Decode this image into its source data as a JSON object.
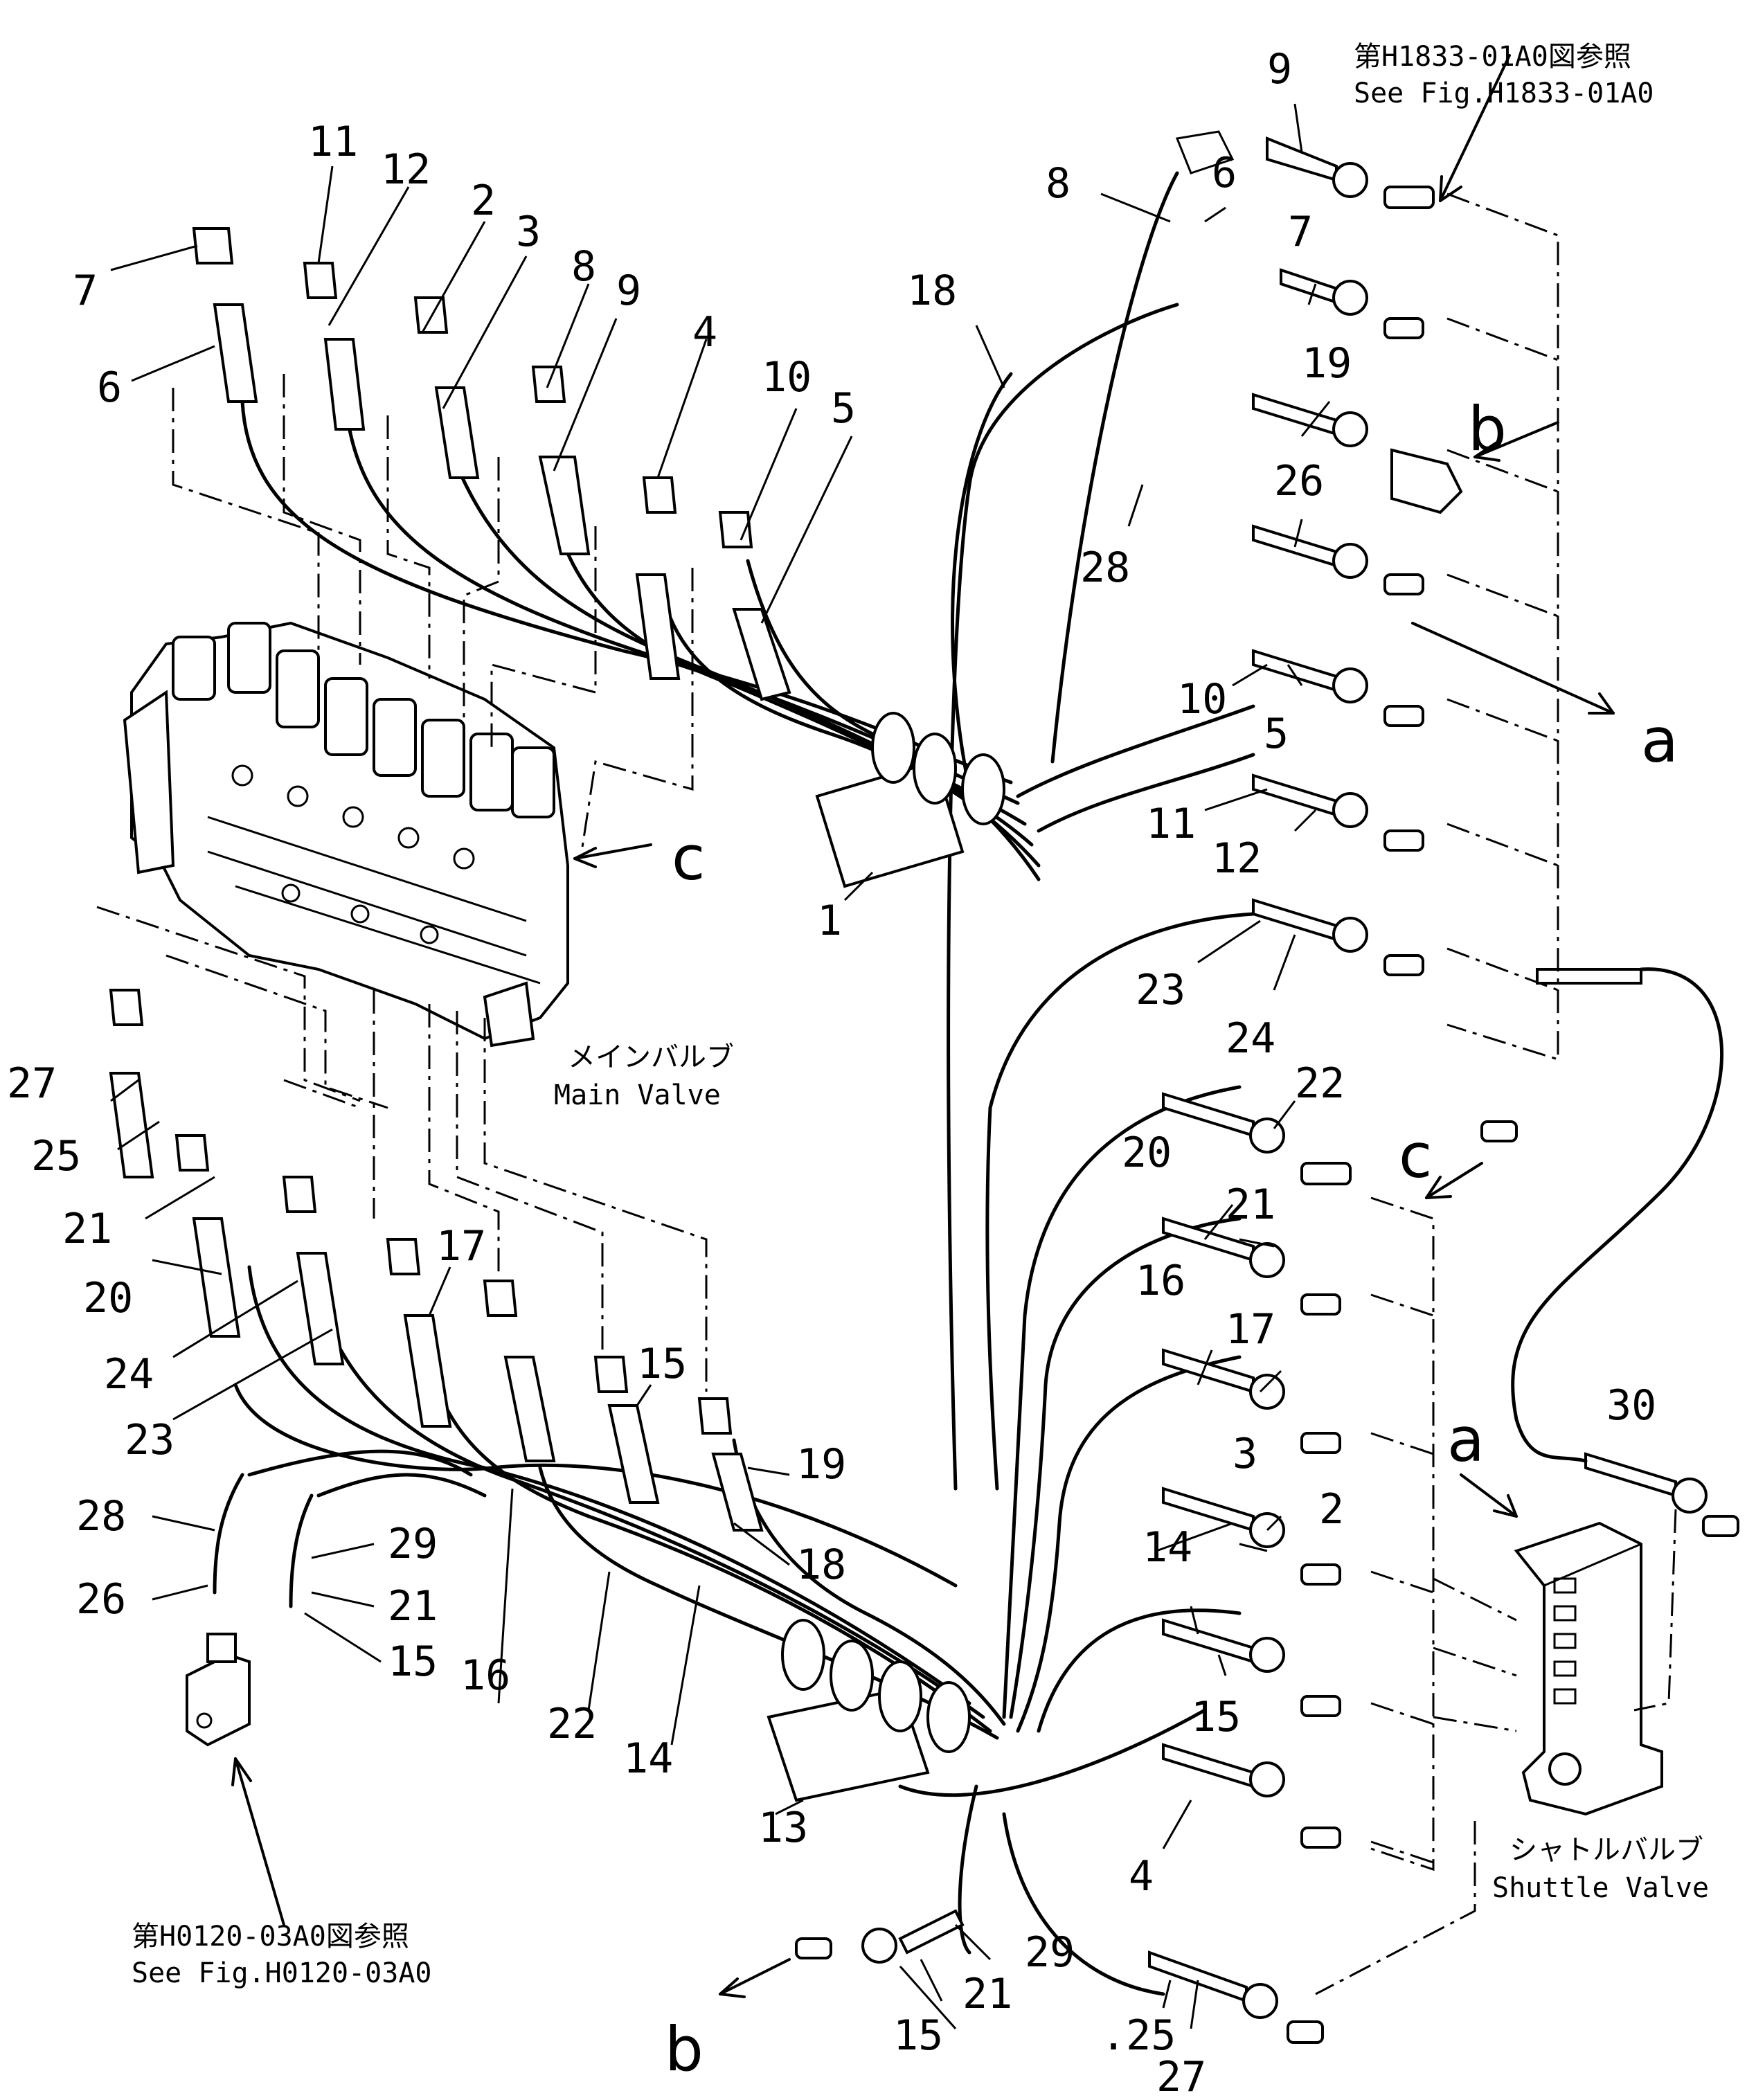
{
  "references": {
    "top_ja": "第H1833-01A0図参照",
    "top_en": "See Fig.H1833-01A0",
    "bottom_ja": "第H0120-03A0図参照",
    "bottom_en": "See Fig.H0120-03A0"
  },
  "components": {
    "main_valve_ja": "メインバルブ",
    "main_valve_en": "Main Valve",
    "shuttle_valve_ja": "シャトルバルブ",
    "shuttle_valve_en": "Shuttle Valve"
  },
  "connection_letters": {
    "a": "a",
    "b": "b",
    "c": "c"
  },
  "part_numbers": {
    "n1": "1",
    "n2": "2",
    "n3": "3",
    "n4": "4",
    "n5": "5",
    "n6": "6",
    "n7": "7",
    "n8": "8",
    "n9": "9",
    "n10": "10",
    "n11": "11",
    "n12": "12",
    "n13": "13",
    "n14": "14",
    "n15": "15",
    "n16": "16",
    "n17": "17",
    "n18": "18",
    "n19": "19",
    "n20": "20",
    "n21": "21",
    "n22": "22",
    "n23": "23",
    "n24": "24",
    "n25": "25",
    "n26": "26",
    "n27": "27",
    "n28": "28",
    "n29": "29",
    "n30": "30",
    "n25b": ".25"
  }
}
